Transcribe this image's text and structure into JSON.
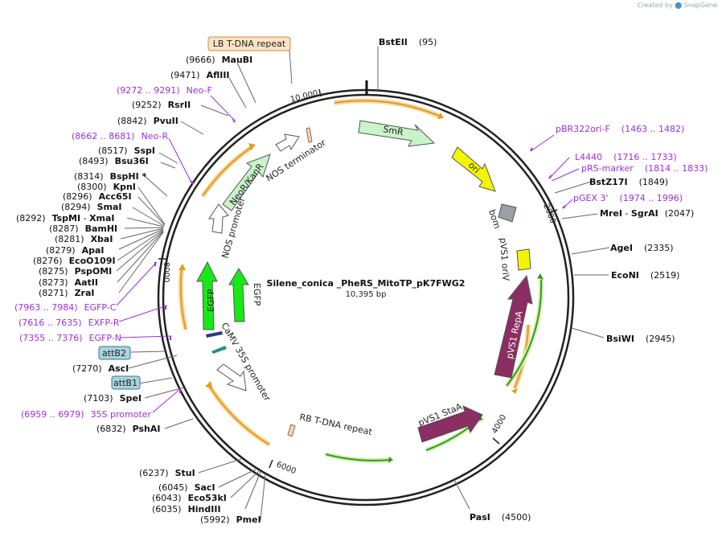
{
  "credit": {
    "prefix": "Created by",
    "brand": "SnapGene"
  },
  "plasmid": {
    "name": "Silene_conica _PheRS_MitoTP_pK7FWG2",
    "length": "10,395 bp"
  },
  "ticks": [
    {
      "label": "10,000"
    },
    {
      "label": "2000"
    },
    {
      "label": "4000"
    },
    {
      "label": "6000"
    },
    {
      "label": "8000"
    }
  ],
  "features": [
    {
      "label": "SmR",
      "color": "#c9f3c9"
    },
    {
      "label": "ori",
      "color": "#f5f500"
    },
    {
      "label": "bom",
      "color": "#9aa0a6"
    },
    {
      "label": "pVS1 oriV",
      "color": "#f5f500"
    },
    {
      "label": "pVS1 RepA",
      "color": "#8b2e63"
    },
    {
      "label": "pVS1 StaA",
      "color": "#8b2e63"
    },
    {
      "label": "RB T-DNA repeat",
      "color": "#f5d8b4"
    },
    {
      "label": "CaMV 35S promoter",
      "color": "#ffffff"
    },
    {
      "label": "EGFP",
      "color": "#18e818"
    },
    {
      "label": "EGFP",
      "color": "#18e818"
    },
    {
      "label": "NOS promoter",
      "color": "#ffffff"
    },
    {
      "label": "NeoR/KanR",
      "color": "#c9f3c9"
    },
    {
      "label": "NOS terminator",
      "color": "#f5d8b4"
    }
  ],
  "sites": [
    {
      "name": "BstEII",
      "pos": "(95)"
    },
    {
      "name": "BstZ17I",
      "pos": "(1849)"
    },
    {
      "name": "MreI",
      "sep": " - ",
      "name2": "SgrAI",
      "pos": "(2047)"
    },
    {
      "name": "AgeI",
      "pos": "(2335)"
    },
    {
      "name": "EcoNI",
      "pos": "(2519)"
    },
    {
      "name": "BsiWI",
      "pos": "(2945)"
    },
    {
      "name": "PasI",
      "pos": "(4500)"
    },
    {
      "name": "StuI",
      "pos": "(6237)"
    },
    {
      "name": "SacI",
      "pos": "(6045)"
    },
    {
      "name": "Eco53kI",
      "pos": "(6043)"
    },
    {
      "name": "HindIII",
      "pos": "(6035)"
    },
    {
      "name": "PmeI",
      "pos": "(5992)"
    },
    {
      "name": "PshAI",
      "pos": "(6832)"
    },
    {
      "name": "SpeI",
      "pos": "(7103)"
    },
    {
      "name": "AscI",
      "pos": "(7270)"
    },
    {
      "name": "ZraI",
      "pos": "(8271)"
    },
    {
      "name": "AatII",
      "pos": "(8273)"
    },
    {
      "name": "PspOMI",
      "pos": "(8275)"
    },
    {
      "name": "EcoO109I",
      "pos": "(8276)"
    },
    {
      "name": "ApaI",
      "pos": "(8279)"
    },
    {
      "name": "XbaI",
      "pos": "(8281)"
    },
    {
      "name": "BamHI",
      "pos": "(8287)"
    },
    {
      "name": "TspMI",
      "sep": " - ",
      "name2": "XmaI",
      "pos": "(8292)"
    },
    {
      "name": "SmaI",
      "pos": "(8294)"
    },
    {
      "name": "Acc65I",
      "pos": "(8296)"
    },
    {
      "name": "KpnI",
      "pos": "(8300)"
    },
    {
      "name": "BspHI *",
      "pos": "(8314)"
    },
    {
      "name": "Bsu36I",
      "pos": "(8493)"
    },
    {
      "name": "SspI",
      "pos": "(8517)"
    },
    {
      "name": "PvuII",
      "pos": "(8842)"
    },
    {
      "name": "RsrII",
      "pos": "(9252)"
    },
    {
      "name": "AflIII",
      "pos": "(9471)"
    },
    {
      "name": "MauBI",
      "pos": "(9666)"
    }
  ],
  "primers": [
    {
      "name": "pBR322ori-F",
      "range": "(1463 .. 1482)"
    },
    {
      "name": "L4440",
      "range": "(1716 .. 1733)"
    },
    {
      "name": "pRS-marker",
      "range": "(1814 .. 1833)"
    },
    {
      "name": "pGEX 3'",
      "range": "(1974 .. 1996)"
    },
    {
      "name": "Neo-F",
      "range": "(9272 .. 9291)"
    },
    {
      "name": "Neo-R",
      "range": "(8662 .. 8681)"
    },
    {
      "name": "EGFP-C",
      "range": "(7963 .. 7984)"
    },
    {
      "name": "EXFP-R",
      "range": "(7616 .. 7635)"
    },
    {
      "name": "EGFP-N",
      "range": "(7355 .. 7376)"
    },
    {
      "name": "35S promoter",
      "range": "(6959 .. 6979)"
    }
  ],
  "boxes": [
    {
      "label": "LB T-DNA repeat",
      "color": "#fde3c5"
    },
    {
      "label": "attB2",
      "color": "#a9d3de"
    },
    {
      "label": "attB1",
      "color": "#a9d3de"
    }
  ],
  "colors": {
    "primer": "#9b30d9",
    "backbone": "#222222",
    "orf": "#f0a830",
    "green_orf": "#6dc83c"
  }
}
